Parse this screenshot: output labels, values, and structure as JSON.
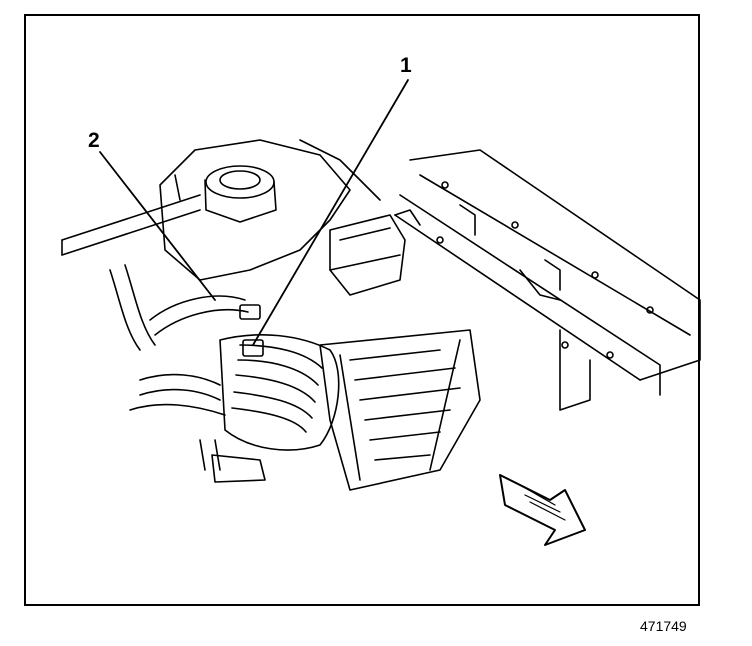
{
  "callouts": [
    {
      "label": "1",
      "target": "connector"
    },
    {
      "label": "2",
      "target": "hose"
    }
  ],
  "figure_number": "471749",
  "colors": {
    "line": "#000000",
    "background": "#ffffff"
  }
}
